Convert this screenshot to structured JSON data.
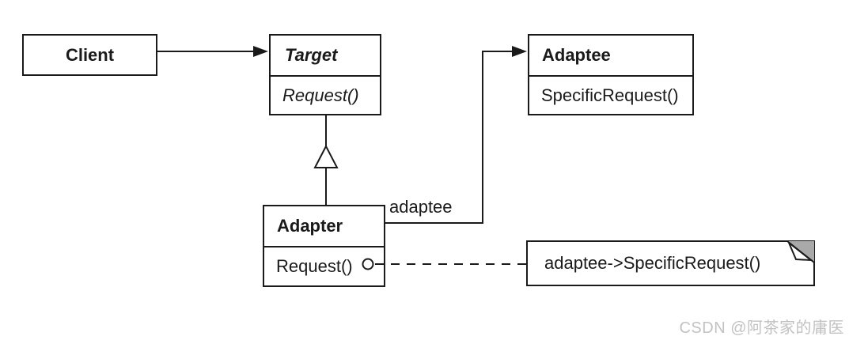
{
  "diagram_type": "uml-class-diagram-adapter-pattern",
  "classes": {
    "client": {
      "name": "Client"
    },
    "target": {
      "name": "Target",
      "method": "Request()"
    },
    "adaptee": {
      "name": "Adaptee",
      "method": "SpecificRequest()"
    },
    "adapter": {
      "name": "Adapter",
      "method": "Request()"
    }
  },
  "association_label": "adaptee",
  "note": {
    "text": "adaptee->SpecificRequest()"
  },
  "watermark": "CSDN @阿茶家的庸医",
  "colors": {
    "line": "#1a1a1a",
    "box_fill": "#ffffff",
    "note_fold_gray": "#a9a9a9",
    "watermark_gray": "#c2c2c2",
    "background": "#ffffff"
  }
}
